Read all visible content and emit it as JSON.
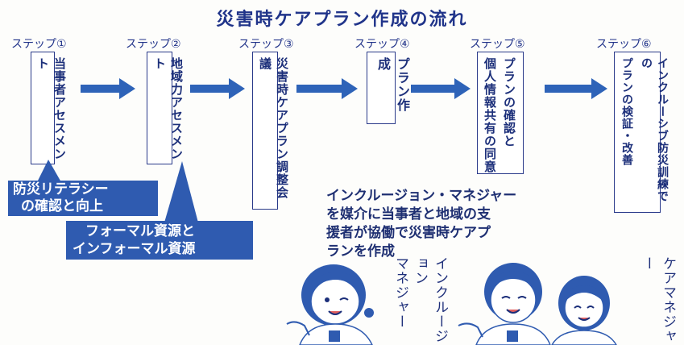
{
  "title": "災害時ケアプラン作成の流れ",
  "steps": [
    {
      "label": "ステップ①",
      "text": "当事者アセスメント"
    },
    {
      "label": "ステップ②",
      "text": "地域力アセスメント"
    },
    {
      "label": "ステップ③",
      "text": "災害時ケアプラン調整会議"
    },
    {
      "label": "ステップ④",
      "text": "プラン作成"
    },
    {
      "label": "ステップ⑤",
      "text_lines": [
        "プランの確認と",
        "個人情報共有の同意"
      ]
    },
    {
      "label": "ステップ⑥",
      "text_lines": [
        "インクルーシブ防災訓練での",
        "プランの検証・改善"
      ]
    }
  ],
  "callouts": {
    "literacy": [
      "防災リテラシー",
      "の確認と向上"
    ],
    "resources": [
      "フォーマル資源と",
      "インフォーマル資源"
    ]
  },
  "summary_lines": [
    "インクルージョン・マネジャー",
    "を媒介に当事者と地域の支",
    "援者が協働で災害時ケアプ",
    "ランを作成"
  ],
  "roles": {
    "inclusion_manager_lines": [
      "インクルージョン",
      "マネジャー"
    ],
    "care_manager": "ケアマネジャー"
  },
  "colors": {
    "text": "#1c2f7a",
    "arrow": "#2e63b8",
    "callout": "#2f5bb0"
  }
}
